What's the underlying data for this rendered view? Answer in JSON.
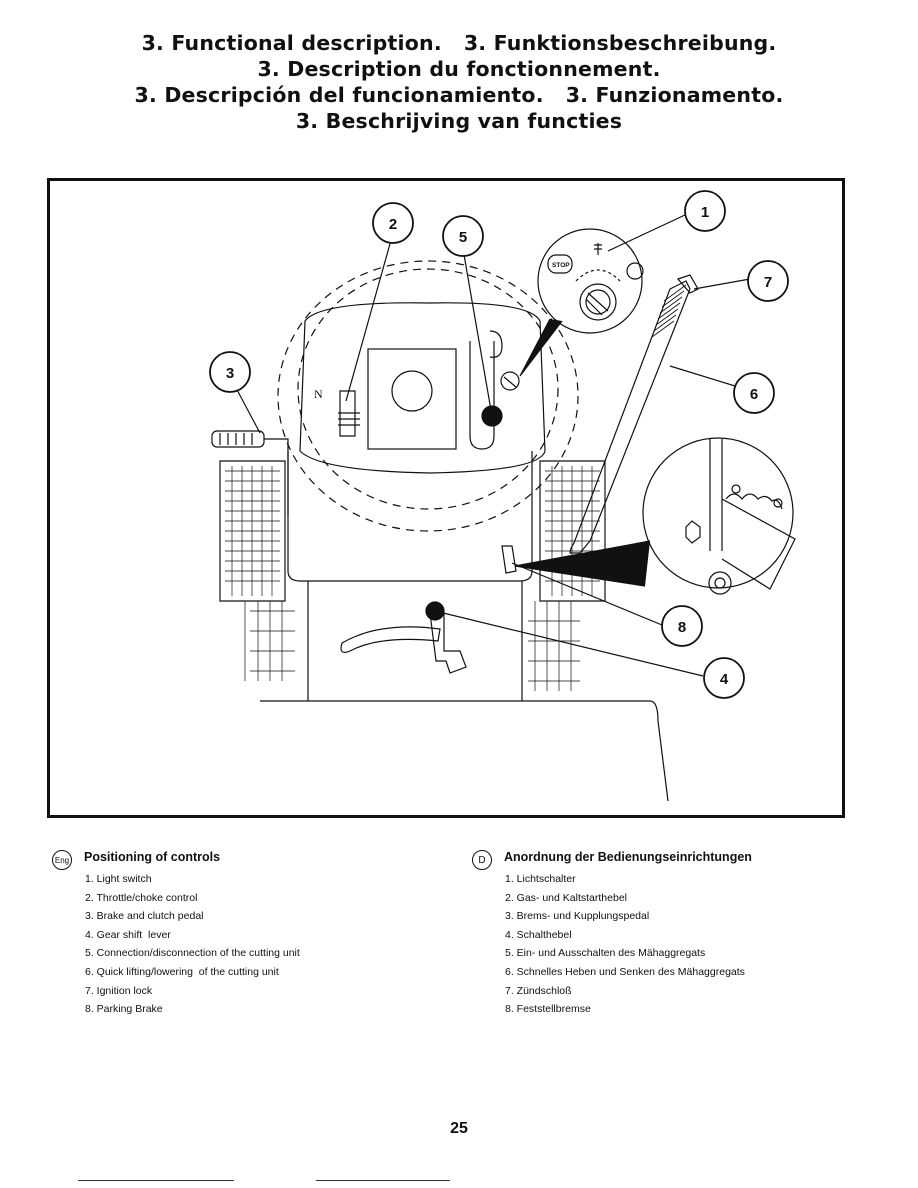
{
  "titles": [
    "3. Functional description.   3. Funktionsbeschreibung.",
    "3. Description du fonctionnement.",
    "3. Descripción del funcionamiento.   3. Funzionamento.",
    "3. Beschrijving van functies"
  ],
  "figure": {
    "callouts": [
      "1",
      "2",
      "3",
      "4",
      "5",
      "6",
      "7",
      "8"
    ],
    "stop_label": "STOP",
    "gear_label": "N"
  },
  "legend_en": {
    "badge": "Eng",
    "heading": "Positioning of controls",
    "items": [
      "1. Light switch",
      "2. Throttle/choke control",
      "3. Brake and clutch pedal",
      "4. Gear shift  lever",
      "5. Connection/disconnection of the cutting unit",
      "6. Quick lifting/lowering  of the cutting unit",
      "7. Ignition lock",
      "8. Parking Brake"
    ]
  },
  "legend_de": {
    "badge": "D",
    "heading": "Anordnung der Bedienungseinrichtungen",
    "items": [
      "1. Lichtschalter",
      "2. Gas- und Kaltstarthebel",
      "3. Brems- und Kupplungspedal",
      "4. Schalthebel",
      "5. Ein- und Ausschalten des Mähaggregats",
      "6. Schnelles Heben und Senken des Mähaggregats",
      "7. Zündschloß",
      "8. Feststellbremse"
    ]
  },
  "page_number": "25"
}
